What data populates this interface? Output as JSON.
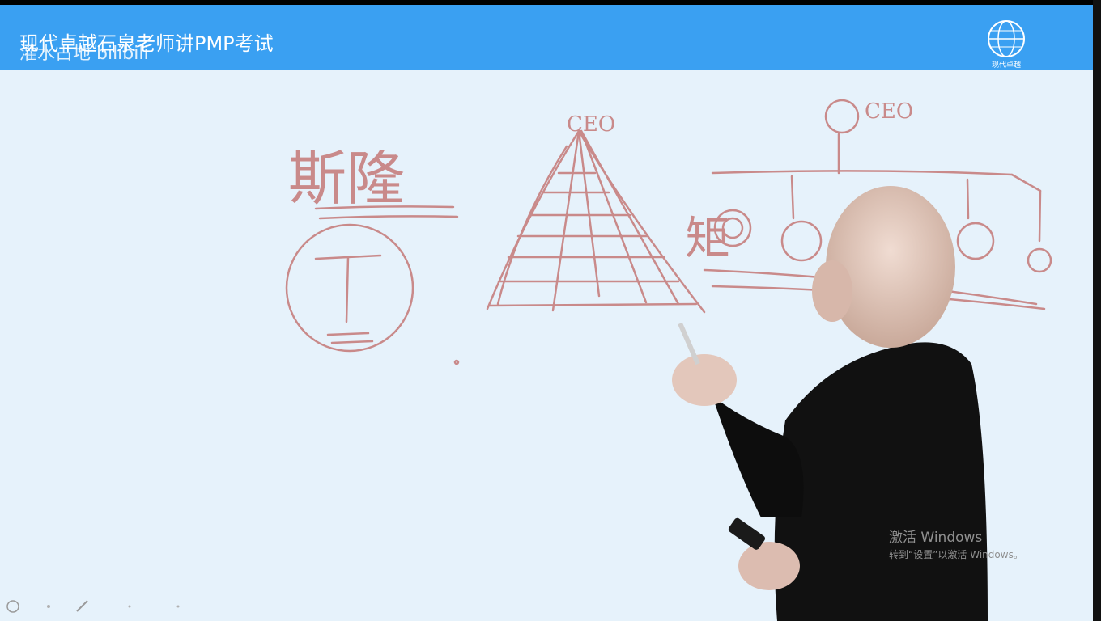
{
  "header": {
    "title": "现代卓越石泉老师讲PMP考试",
    "subtitle": "灌水占地 bilibili",
    "logo_label": "现代卓越"
  },
  "whiteboard": {
    "word_a": "斯隆",
    "word_b": "T",
    "label_ceo_left": "CEO",
    "label_ceo_right": "CEO",
    "label_mid": "矩"
  },
  "watermark": {
    "title": "激活 Windows",
    "subtitle": "转到“设置”以激活 Windows。"
  },
  "colors": {
    "header_bg": "#3aa0f2",
    "board_bg": "#e6f2fb",
    "ink": "#c98a8a"
  }
}
